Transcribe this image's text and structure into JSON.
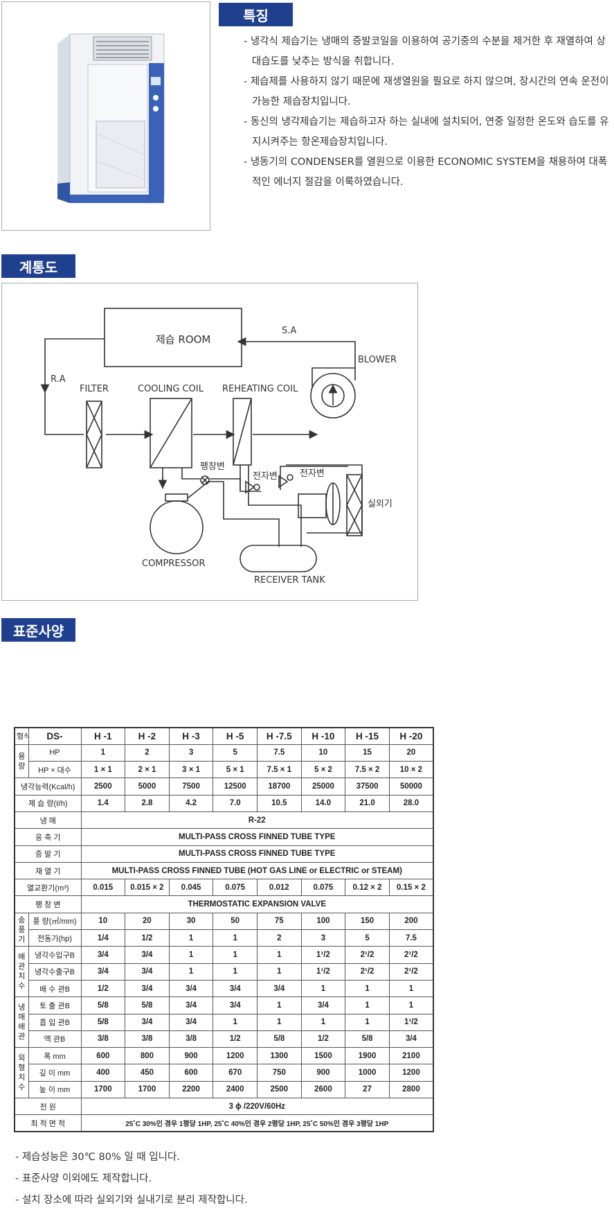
{
  "features": {
    "heading": "특징",
    "items": [
      "냉각식 제습기는 냉매의 증발코일을 이용하여 공기중의 수분을 제거한 후 재열하여 상대습도를 낮추는 방식을 취합니다.",
      "제습제를 사용하지 않기 때문에 재생열원을 필요로 하지 않으며, 장시간의 연속 운전이 가능한 제습장치입니다.",
      "동신의 냉각제습기는 제습하고자 하는 실내에 설치되어, 연중 일정한 온도와 습도를 유지시켜주는 항온제습장치입니다.",
      "냉동기의 CONDENSER를 열원으로 이용한 ECONOMIC SYSTEM을 채용하여 대폭적인 에너지 절감을 이룩하였습니다."
    ]
  },
  "diagram": {
    "heading": "계통도",
    "labels": {
      "room": "제습 ROOM",
      "sa": "S.A",
      "ra": "R.A",
      "blower": "BLOWER",
      "filter": "FILTER",
      "cooling": "COOLING COIL",
      "reheating": "REHEATING COIL",
      "expansion": "팽창변",
      "solenoid1": "전자변",
      "solenoid2": "전자변",
      "outdoor": "실외기",
      "compressor": "COMPRESSOR",
      "receiver": "RECEIVER TANK"
    }
  },
  "spec": {
    "heading": "표준사양",
    "header": {
      "type_label": "형식",
      "prefix": "DS-",
      "models": [
        "H -1",
        "H -2",
        "H -3",
        "H -5",
        "H -7.5",
        "H -10",
        "H -15",
        "H -20"
      ]
    },
    "rows": {
      "group_capacity": "용 량",
      "hp": {
        "label": "HP",
        "values": [
          "1",
          "2",
          "3",
          "5",
          "7.5",
          "10",
          "15",
          "20"
        ]
      },
      "hp_units": {
        "label": "HP × 대수",
        "values": [
          "1 × 1",
          "2 × 1",
          "3 × 1",
          "5 × 1",
          "7.5 × 1",
          "5 × 2",
          "7.5 × 2",
          "10 × 2"
        ]
      },
      "cooling": {
        "label": "냉각능력(Kcal/h)",
        "values": [
          "2500",
          "5000",
          "7500",
          "12500",
          "18700",
          "25000",
          "37500",
          "50000"
        ]
      },
      "dehum": {
        "label": "제 습 량(ℓ/h)",
        "values": [
          "1.4",
          "2.8",
          "4.2",
          "7.0",
          "10.5",
          "14.0",
          "21.0",
          "28.0"
        ]
      },
      "refrigerant": {
        "label": "냉 매",
        "value": "R-22"
      },
      "condenser": {
        "label": "응 축 기",
        "value": "MULTI-PASS CROSS FINNED TUBE TYPE"
      },
      "evaporator": {
        "label": "증 발 기",
        "value": "MULTI-PASS CROSS FINNED TUBE TYPE"
      },
      "reheater": {
        "label": "재 열 기",
        "value": "MULTI-PASS CROSS FINNED TUBE (HOT GAS LINE or ELECTRIC or STEAM)"
      },
      "heat_exchange": {
        "label": "열교환기(m³)",
        "values": [
          "0.015",
          "0.015 × 2",
          "0.045",
          "0.075",
          "0.012",
          "0.075",
          "0.12 × 2",
          "0.15 × 2"
        ]
      },
      "expansion_valve": {
        "label": "팽 창 변",
        "value": "THERMOSTATIC EXPANSION VALVE"
      },
      "group_blower": "송 풍 기",
      "airflow": {
        "label": "풍 량(㎥/mm)",
        "values": [
          "10",
          "20",
          "30",
          "50",
          "75",
          "100",
          "150",
          "200"
        ]
      },
      "motor": {
        "label": "전동기(hp)",
        "values": [
          "1/4",
          "1/2",
          "1",
          "1",
          "2",
          "3",
          "5",
          "7.5"
        ]
      },
      "group_pipe": "배 관 치 수",
      "cw_in": {
        "label": "냉각수입구B",
        "values": [
          "3/4",
          "3/4",
          "1",
          "1",
          "1",
          "1¹/2",
          "2¹/2",
          "2¹/2"
        ]
      },
      "cw_out": {
        "label": "냉각수출구B",
        "values": [
          "3/4",
          "3/4",
          "1",
          "1",
          "1",
          "1¹/2",
          "2¹/2",
          "2¹/2"
        ]
      },
      "drain": {
        "label": "배 수 관B",
        "values": [
          "1/2",
          "3/4",
          "3/4",
          "3/4",
          "3/4",
          "1",
          "1",
          "1"
        ]
      },
      "group_refpipe": "냉 매 배 관",
      "discharge": {
        "label": "토 출 관B",
        "values": [
          "5/8",
          "5/8",
          "3/4",
          "3/4",
          "1",
          "3/4",
          "1",
          "1"
        ]
      },
      "suction": {
        "label": "흡 입 관B",
        "values": [
          "5/8",
          "3/4",
          "3/4",
          "1",
          "1",
          "1",
          "1",
          "1¹/2"
        ]
      },
      "liquid": {
        "label": "액 관B",
        "values": [
          "3/8",
          "3/8",
          "3/8",
          "1/2",
          "5/8",
          "1/2",
          "5/8",
          "3/4"
        ]
      },
      "group_dims": "외 형 치 수",
      "width": {
        "label": "폭 mm",
        "values": [
          "600",
          "800",
          "900",
          "1200",
          "1300",
          "1500",
          "1900",
          "2100"
        ]
      },
      "depth": {
        "label": "깊 이 mm",
        "values": [
          "400",
          "450",
          "600",
          "670",
          "750",
          "900",
          "1000",
          "1200"
        ]
      },
      "height": {
        "label": "높 이 mm",
        "values": [
          "1700",
          "1700",
          "2200",
          "2400",
          "2500",
          "2600",
          "27",
          "2800"
        ]
      },
      "power": {
        "label": "전 원",
        "value": "3 ϕ /220V/60Hz"
      },
      "area": {
        "label": "최 적 면 적",
        "value": "25˚C 30%인 경우 1평당 1HP, 25˚C 40%인 경우 2평당 1HP, 25˚C 50%인 경우 3평당 1HP"
      }
    }
  },
  "notes": [
    "제습성능은 30℃ 80% 일 때 입니다.",
    "표준사양 이외에도 제작합니다.",
    "설치 장소에 따라 실외기와 실내기로 분리 제작합니다."
  ],
  "colors": {
    "accent": "#1f3f8f",
    "unit_blue": "#3a63b8"
  }
}
